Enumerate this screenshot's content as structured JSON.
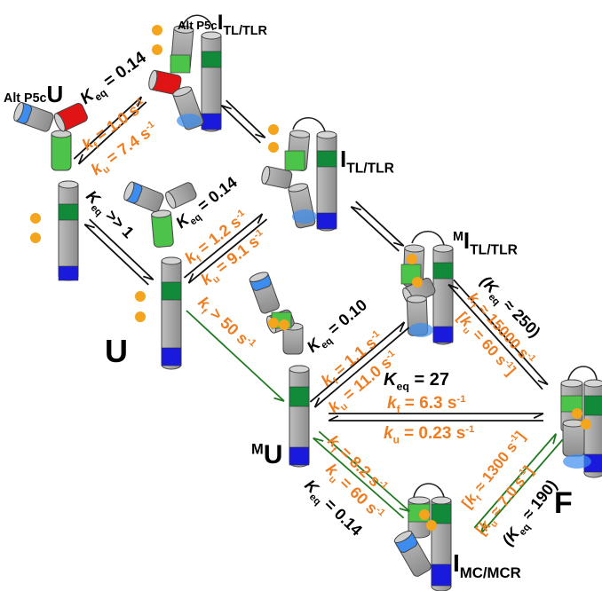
{
  "colors": {
    "helix_gray": "#a8a8a8",
    "helix_green": "#118a3a",
    "helix_light_green": "#4cc44a",
    "helix_blue": "#1a1adc",
    "helix_light_blue": "#3d8df0",
    "helix_red": "#e01414",
    "ion_orange": "#f4a51c",
    "rate_orange": "#ee7d22",
    "arrow_green": "#1f7a1f",
    "text_black": "#000000"
  },
  "states": {
    "alt_u": {
      "prefix": "Alt P5c",
      "main": "U",
      "sub": ""
    },
    "alt_i": {
      "prefix": "Alt P5c",
      "main": "I",
      "sub": "TL/TLR"
    },
    "i_tl": {
      "main": "I",
      "sub": "TL/TLR"
    },
    "m_i_tl": {
      "sup": "M",
      "main": "I",
      "sub": "TL/TLR"
    },
    "u": {
      "main": "U"
    },
    "m_u": {
      "sup": "M",
      "main": "U"
    },
    "f": {
      "main": "F"
    },
    "i_mc": {
      "main": "I",
      "sub": "MC/MCR"
    }
  },
  "transitions": {
    "alt_u_i": {
      "keq_sym": "K",
      "keq_sub": "eq",
      "keq_val": "= 0.14",
      "kf": "= 1.0 s",
      "ku": "= 7.4 s",
      "unit_exp": "-1"
    },
    "u_i": {
      "keq_sym": "K",
      "keq_sub": "eq",
      "keq_val": "= 0.14",
      "kf": "= 1.2 s",
      "ku": "= 9.1 s",
      "unit_exp": "-1"
    },
    "alt_u_u": {
      "keq_sym": "K",
      "keq_sub": "eq",
      "keq_val": ">> 1"
    },
    "u_mu": {
      "kf_text": "> 50 s",
      "unit_exp": "-1"
    },
    "mu_mi": {
      "keq_sym": "K",
      "keq_sub": "eq",
      "keq_val": "= 0.10",
      "kf": "= 1.1 s",
      "ku": "= 11.0 s",
      "unit_exp": "-1"
    },
    "mu_f": {
      "keq_sym": "K",
      "keq_sub": "eq",
      "keq_val": "= 27",
      "kf": "= 6.3 s",
      "ku": "= 0.23 s",
      "unit_exp": "-1"
    },
    "mi_f": {
      "keq_text": "(K",
      "keq_sub": "eq",
      "keq_val": "≈ 250)",
      "kf": "≈ 15000 s",
      "ku": "= 60 s",
      "unit_exp": "-1"
    },
    "mu_imc": {
      "keq_sym": "K",
      "keq_sub": "eq",
      "keq_val": "= 0.14",
      "kf": "= 8.2 s",
      "ku": "= 60 s",
      "unit_exp": "-1"
    },
    "imc_f": {
      "keq_text": "(K",
      "keq_sub": "eq",
      "keq_val": "≈ 190)",
      "kf": "≈ 1300 s",
      "ku": "≈ 7.0 s",
      "unit_exp": "-1"
    }
  },
  "sym": {
    "k": "k",
    "f": "f",
    "u": "u",
    "lb": "[",
    "rb": "]"
  }
}
